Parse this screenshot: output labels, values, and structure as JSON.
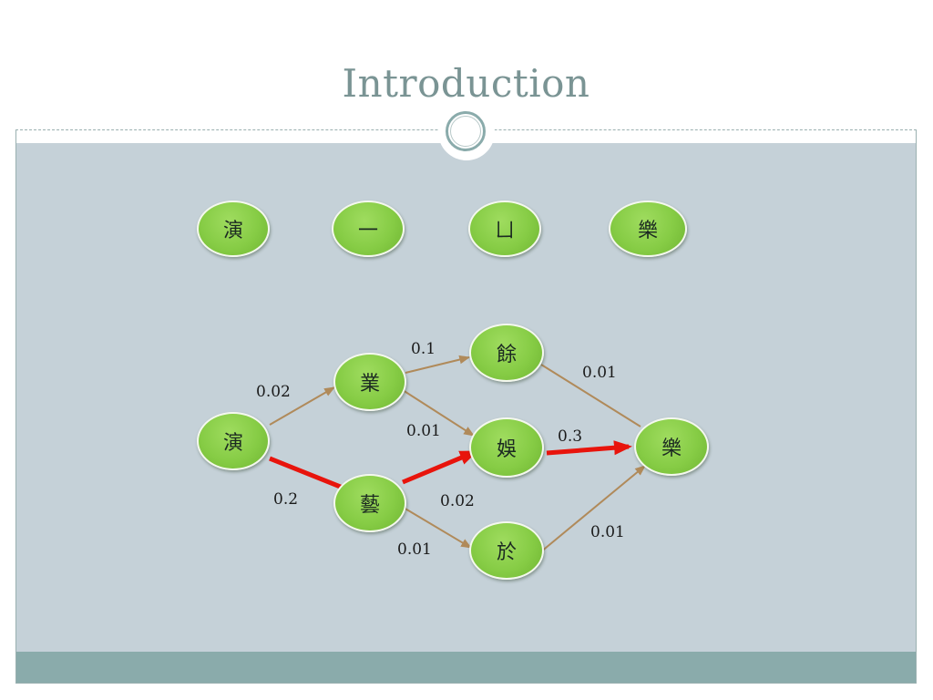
{
  "slide": {
    "title": "Introduction"
  },
  "input_characters": [
    "演",
    "一",
    "ㄩ",
    "樂"
  ],
  "lattice": {
    "nodes": {
      "start": "演",
      "ye": "業",
      "yi": "藝",
      "yu_top": "餘",
      "yu_mid": "娛",
      "yu_bot": "於",
      "end": "樂"
    },
    "edges": {
      "start_ye": "0.02",
      "start_yi": "0.2",
      "ye_yutop": "0.1",
      "ye_yumid": "0.01",
      "yi_yumid": "0.02",
      "yi_yubot": "0.01",
      "yutop_end": "0.01",
      "yumid_end": "0.3",
      "yubot_end": "0.01"
    },
    "highlight_path": [
      "演",
      "藝",
      "娛",
      "樂"
    ],
    "colors": {
      "node_fill": "#86cc45",
      "edge": "#b08a5a",
      "best_path": "#e8140c"
    }
  }
}
